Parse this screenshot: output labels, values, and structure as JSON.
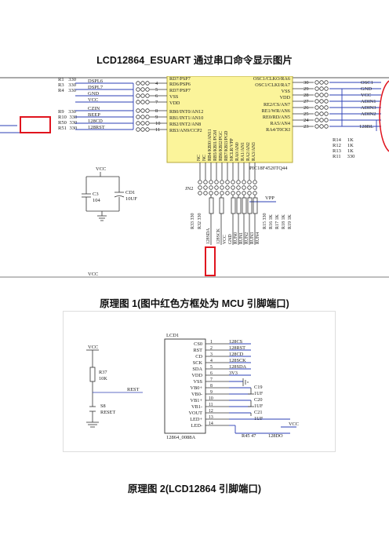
{
  "document": {
    "title": "LCD12864_ESUART 通过串口命令显示图片",
    "caption1": "原理图 1(图中红色方框处为 MCU 引脚端口)",
    "caption2": "原理图 2(LCD12864 引脚端口)"
  },
  "schematic1": {
    "left_resistors": [
      {
        "ref": "R1",
        "val": "330"
      },
      {
        "ref": "R3",
        "val": "330"
      },
      {
        "ref": "R4",
        "val": "330"
      },
      {
        "ref": "R9",
        "val": "330"
      },
      {
        "ref": "R10",
        "val": "330"
      },
      {
        "ref": "R50",
        "val": "330"
      },
      {
        "ref": "R51",
        "val": "330"
      }
    ],
    "left_nets": [
      "DSPL6",
      "DSPL7",
      "GND",
      "VCC",
      "CZIN",
      "BEEP",
      "128CD",
      "128RST"
    ],
    "left_pins": [
      "4",
      "5",
      "6",
      "7",
      "8",
      "9",
      "10",
      "11"
    ],
    "left_pin_names": [
      "RD7/PSP7",
      "RD6/PSP6",
      "RD7/PSP7",
      "VSS",
      "VDD",
      "RB0/INT0/AN12",
      "RB1/INT1/AN10",
      "RB2/INT2/AN8",
      "RB3/AN9/CCP2"
    ],
    "bottom_pin_names": [
      "NC",
      "NC",
      "RB4/KBI0/AN11",
      "RB5/KBI1/PGM",
      "RB6/KBI2/PGC",
      "RB7/KBI3/PGD",
      "MCLR/VPP",
      "RA0/AN0",
      "RA1/AN1",
      "RA2/AN2",
      "RA3/AN3"
    ],
    "right_pin_names": [
      "OSC1/CLKO/RA6",
      "OSC1/CLKI/RA7",
      "VSS",
      "VDD",
      "RE2/CS/AN7",
      "RE1/WR/AN6",
      "RE0/RD/AN5",
      "RA5/AN4",
      "RA4/T0CKI"
    ],
    "right_pins": [
      "30",
      "29",
      "28",
      "27",
      "26",
      "25",
      "24",
      "23"
    ],
    "right_nets": [
      "OSC1",
      "GND",
      "VCC",
      "ADIN1",
      "ADIN3",
      "ADIN2",
      "128BL"
    ],
    "right_resistors": [
      {
        "ref": "R14",
        "val": "1K"
      },
      {
        "ref": "R12",
        "val": "1K"
      },
      {
        "ref": "R13",
        "val": "1K"
      },
      {
        "ref": "R11",
        "val": "330"
      }
    ],
    "mcu": "PIC18F4520TQ44",
    "vcc": "VCC",
    "vpp": "VPP",
    "c3": {
      "ref": "C3",
      "val": "104"
    },
    "cd1": {
      "ref": "CD1",
      "val": "10UF"
    },
    "jn2": "JN2",
    "bottom_nets": [
      "128SDA",
      "128SCK",
      "VCC",
      "GND",
      "RUN0",
      "RUN1",
      "RUN2",
      "RUN3",
      "RUN4"
    ],
    "bottom_resistors": [
      "R33 330",
      "R32 330",
      "R15 330",
      "R16 1K",
      "R17 1K",
      "R18 1K",
      "R19 1K"
    ]
  },
  "schematic2": {
    "lcd_ref": "LCD1",
    "lcd_part": "12864_0088A",
    "pins": [
      "1",
      "2",
      "3",
      "4",
      "5",
      "6",
      "7",
      "8",
      "9",
      "10",
      "11",
      "12",
      "13",
      "14"
    ],
    "pin_names": [
      "CS0",
      "RST",
      "CD",
      "SCK",
      "SDA",
      "VDD",
      "VSS",
      "VB0+",
      "VB0-",
      "VB1+",
      "VB1-",
      "VOUT",
      "LED+",
      "LED-"
    ],
    "nets": [
      "128CS",
      "128RST",
      "128CD",
      "128SCK",
      "128SDA",
      "3V3"
    ],
    "vcc": "VCC",
    "r37": {
      "ref": "R37",
      "val": "10K"
    },
    "rest": "REST",
    "s8": {
      "ref": "S8",
      "val": "RESET"
    },
    "caps": [
      {
        "ref": "C19",
        "val": "1UF"
      },
      {
        "ref": "C20",
        "val": "1UF"
      },
      {
        "ref": "C21",
        "val": "1UF"
      }
    ],
    "r45": "R45  47",
    "bl": "128DO",
    "vcc2": "VCC"
  }
}
